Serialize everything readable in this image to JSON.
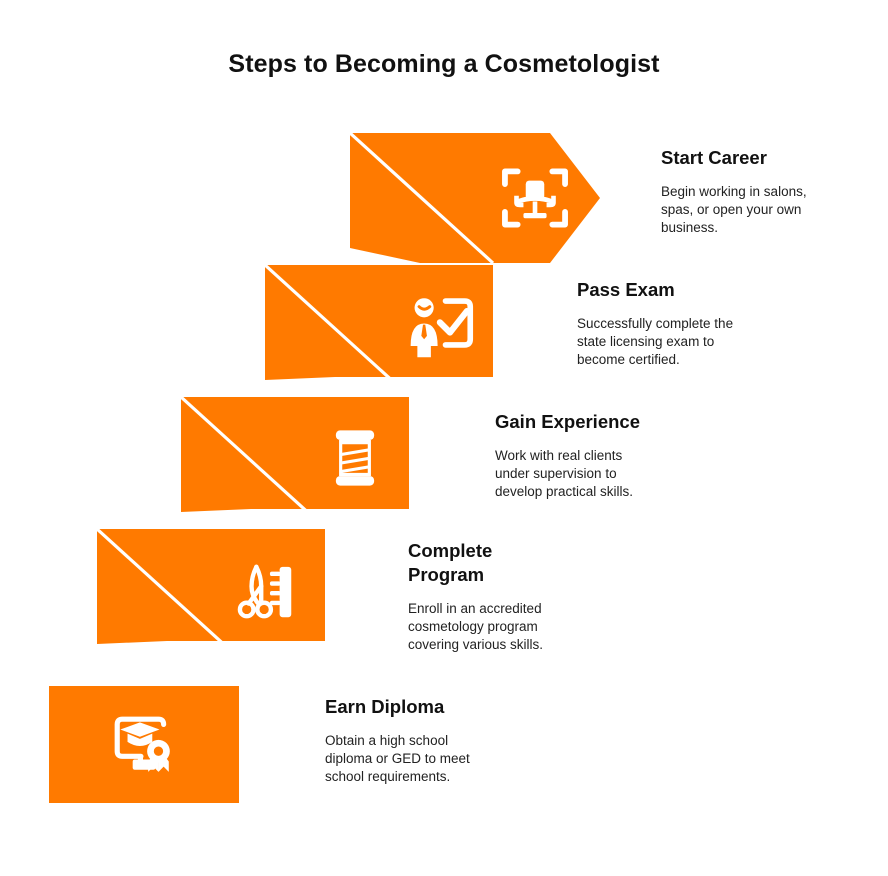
{
  "page": {
    "title": "Steps to Becoming a Cosmetologist",
    "accent_color": "#FF7A00",
    "background_color": "#FFFFFF",
    "icon_color": "#FFFFFF",
    "title_color": "#111111",
    "text_color": "#222222"
  },
  "steps": [
    {
      "id": "start-career",
      "heading": "Start Career",
      "description": "Begin working in salons,\nspas, or open your own\nbusiness.",
      "icon": "salon-chair-icon"
    },
    {
      "id": "pass-exam",
      "heading": "Pass Exam",
      "description": "Successfully complete the\nstate licensing exam to\nbecome certified.",
      "icon": "exam-checklist-icon"
    },
    {
      "id": "gain-experience",
      "heading": "Gain Experience",
      "description": "Work with real clients\nunder supervision to\ndevelop practical skills.",
      "icon": "barber-pole-icon"
    },
    {
      "id": "complete-program",
      "heading": "Complete\nProgram",
      "description": "Enroll in an accredited\ncosmetology program\ncovering various skills.",
      "icon": "scissors-comb-icon"
    },
    {
      "id": "earn-diploma",
      "heading": "Earn Diploma",
      "description": "Obtain a high school\ndiploma or GED to meet\nschool requirements.",
      "icon": "diploma-certificate-icon"
    }
  ]
}
